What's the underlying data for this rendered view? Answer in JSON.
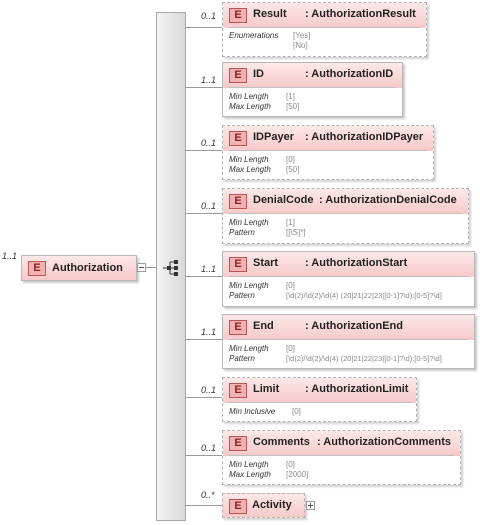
{
  "root": {
    "multiplicity": "1..1",
    "name": "Authorization",
    "badge": "E"
  },
  "children": [
    {
      "multiplicity": "0..1",
      "name": "Result",
      "type": ": AuthorizationResult",
      "badge": "E",
      "fields": [
        {
          "label": "Enumerations",
          "values": [
            "[Yes]",
            "[No]"
          ]
        }
      ]
    },
    {
      "multiplicity": "1..1",
      "name": "ID",
      "type": ": AuthorizationID",
      "badge": "E",
      "fields": [
        {
          "label": "Min Length",
          "values": [
            "[1]"
          ]
        },
        {
          "label": "Max Length",
          "values": [
            "[50]"
          ]
        }
      ]
    },
    {
      "multiplicity": "0..1",
      "name": "IDPayer",
      "type": ": AuthorizationIDPayer",
      "badge": "E",
      "fields": [
        {
          "label": "Min Length",
          "values": [
            "[0]"
          ]
        },
        {
          "label": "Max Length",
          "values": [
            "[50]"
          ]
        }
      ]
    },
    {
      "multiplicity": "0..1",
      "name": "DenialCode",
      "type": ": AuthorizationDenialCode",
      "badge": "E",
      "fields": [
        {
          "label": "Min Length",
          "values": [
            "[1]"
          ]
        },
        {
          "label": "Pattern",
          "values": [
            "[[\\S]*]"
          ]
        }
      ]
    },
    {
      "multiplicity": "1..1",
      "name": "Start",
      "type": ": AuthorizationStart",
      "badge": "E",
      "fields": [
        {
          "label": "Min Length",
          "values": [
            "[0]"
          ]
        },
        {
          "label": "Pattern",
          "values": [
            "[\\d(2)/\\d(2)/\\d(4) (20|21|22|23|[0-1]?\\d):[0-5]?\\d]"
          ]
        }
      ]
    },
    {
      "multiplicity": "1..1",
      "name": "End",
      "type": ": AuthorizationEnd",
      "badge": "E",
      "fields": [
        {
          "label": "Min Length",
          "values": [
            "[0]"
          ]
        },
        {
          "label": "Pattern",
          "values": [
            "[\\d(2)/\\d(2)/\\d(4) (20|21|22|23|[0-1]?\\d):[0-5]?\\d]"
          ]
        }
      ]
    },
    {
      "multiplicity": "0..1",
      "name": "Limit",
      "type": ": AuthorizationLimit",
      "badge": "E",
      "fields": [
        {
          "label": "Min Inclusive",
          "values": [
            "[0]"
          ]
        }
      ]
    },
    {
      "multiplicity": "0..1",
      "name": "Comments",
      "type": ": AuthorizationComments",
      "badge": "E",
      "fields": [
        {
          "label": "Min Length",
          "values": [
            "[0]"
          ]
        },
        {
          "label": "Max Length",
          "values": [
            "[2000]"
          ]
        }
      ]
    },
    {
      "multiplicity": "0..*",
      "name": "Activity",
      "type": "",
      "badge": "E",
      "fields": []
    }
  ],
  "icons": {
    "sequence": "sequence-compositor-icon",
    "expand": "plus-expand-icon",
    "collapse": "minus-collapse-icon"
  }
}
